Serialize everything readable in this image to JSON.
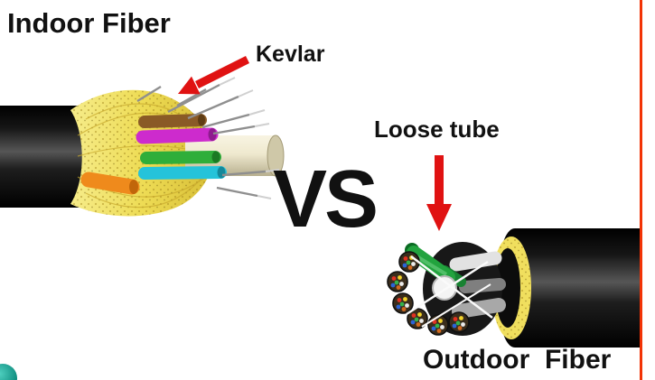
{
  "diagram": {
    "labels": {
      "indoor_fiber": "Indoor Fiber",
      "kevlar": "Kevlar",
      "vs": "VS",
      "loose_tube": "Loose tube",
      "outdoor_fiber": "Outdoor  Fiber"
    },
    "colors": {
      "background": "#ffffff",
      "label_text": "#111111",
      "arrow_red": "#e01212",
      "kevlar_yellow": "#f0df5e",
      "cable_jacket": "#141414",
      "edge_accent": "#f23305",
      "corner_logo": "#118d7f"
    }
  }
}
